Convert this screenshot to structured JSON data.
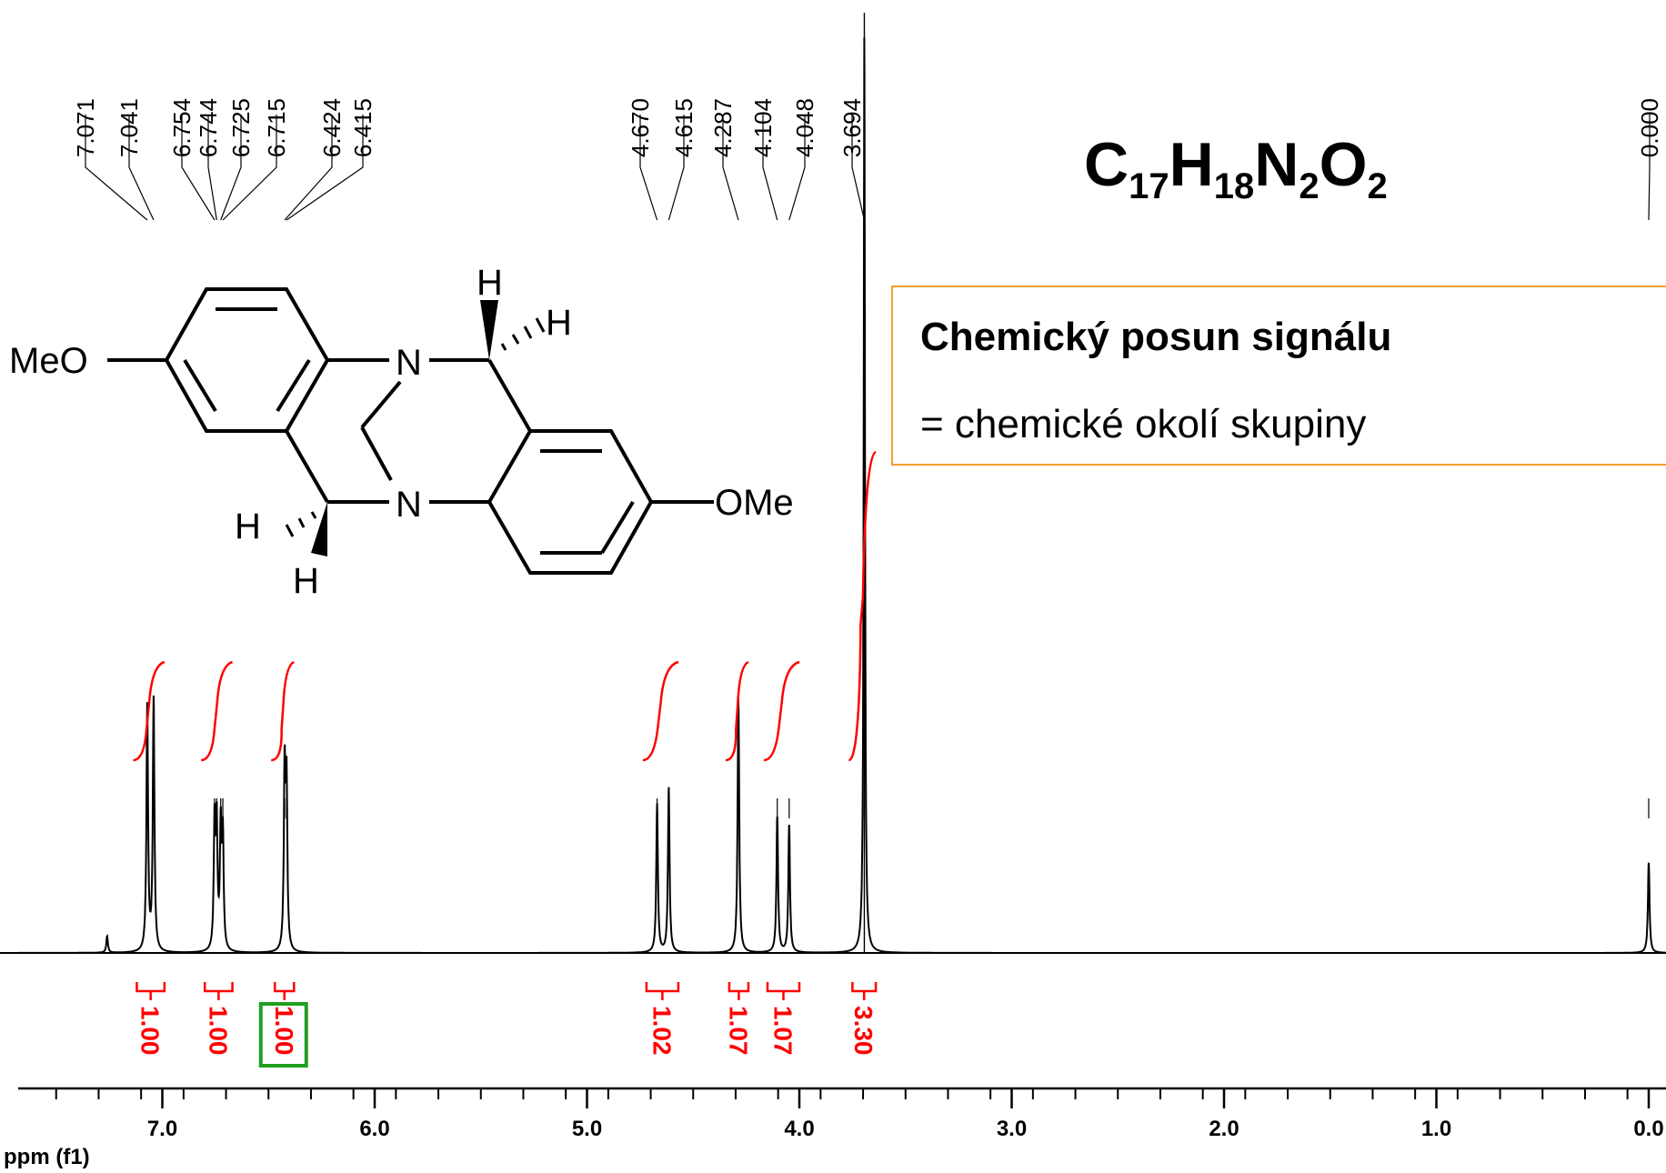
{
  "chart_data": {
    "type": "line",
    "xlabel": "ppm (f1)",
    "x_axis": {
      "range": [
        7.5,
        0.0
      ],
      "reversed": true,
      "major_ticks": [
        7.0,
        6.0,
        5.0,
        4.0,
        3.0,
        2.0,
        1.0,
        0.0
      ],
      "minor_step": 0.2
    },
    "tick_labels": [
      "7.0",
      "6.0",
      "5.0",
      "4.0",
      "3.0",
      "2.0",
      "1.0",
      "0.0"
    ],
    "peak_labels": [
      "7.071",
      "7.041",
      "6.754",
      "6.744",
      "6.725",
      "6.715",
      "6.424",
      "6.415",
      "4.670",
      "4.615",
      "4.287",
      "4.104",
      "4.048",
      "3.694",
      "0.000"
    ],
    "peaks": [
      {
        "ppm": 7.071,
        "height": 0.265
      },
      {
        "ppm": 7.041,
        "height": 0.272
      },
      {
        "ppm": 6.754,
        "height": 0.135
      },
      {
        "ppm": 6.744,
        "height": 0.132
      },
      {
        "ppm": 6.725,
        "height": 0.128
      },
      {
        "ppm": 6.715,
        "height": 0.12
      },
      {
        "ppm": 6.424,
        "height": 0.19
      },
      {
        "ppm": 6.415,
        "height": 0.175
      },
      {
        "ppm": 4.67,
        "height": 0.16
      },
      {
        "ppm": 4.615,
        "height": 0.178
      },
      {
        "ppm": 4.287,
        "height": 0.275
      },
      {
        "ppm": 4.104,
        "height": 0.147
      },
      {
        "ppm": 4.048,
        "height": 0.138
      },
      {
        "ppm": 3.694,
        "height": 1.0
      },
      {
        "ppm": 0.0,
        "height": 0.098
      },
      {
        "ppm": 7.26,
        "height": 0.018
      }
    ],
    "integrals": [
      {
        "from": 7.12,
        "to": 6.99,
        "label": "1.00"
      },
      {
        "from": 6.8,
        "to": 6.67,
        "label": "1.00"
      },
      {
        "from": 6.47,
        "to": 6.38,
        "label": "1.00",
        "highlighted": true
      },
      {
        "from": 4.72,
        "to": 4.57,
        "label": "1.02"
      },
      {
        "from": 4.33,
        "to": 4.24,
        "label": "1.07"
      },
      {
        "from": 4.15,
        "to": 4.0,
        "label": "1.07"
      },
      {
        "from": 3.75,
        "to": 3.64,
        "label": "3.30"
      }
    ],
    "colors": {
      "spectrum": "#000000",
      "integral": "#ff0000",
      "highlight": "#1fa01f",
      "infobox_border": "#f0a030"
    }
  },
  "formula": {
    "c": "C",
    "c_n": "17",
    "h": "H",
    "h_n": "18",
    "n": "N",
    "n_n": "2",
    "o": "O",
    "o_n": "2"
  },
  "infobox": {
    "title": "Chemický posun signálu",
    "desc": "= chemické okolí skupiny"
  },
  "structure": {
    "meo_left": "MeO",
    "ome_right": "OMe",
    "n_top": "N",
    "n_bottom": "N",
    "h_top_1": "H",
    "h_top_2": "H",
    "h_bottom_1": "H",
    "h_bottom_2": "H"
  }
}
